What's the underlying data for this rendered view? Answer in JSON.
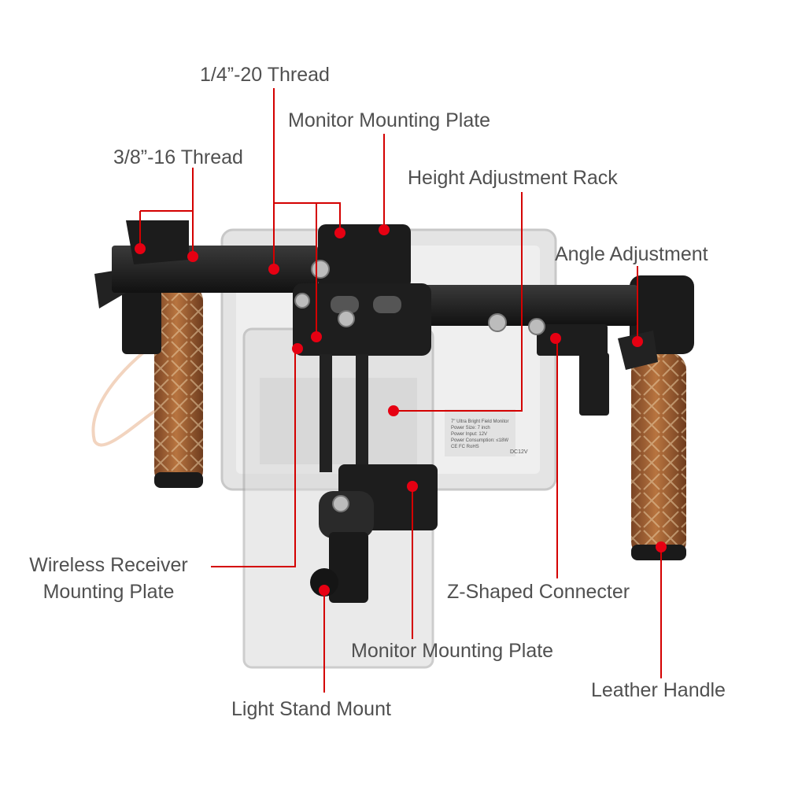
{
  "labels": {
    "thread_quarter": "1/4”-20 Thread",
    "monitor_plate_top": "Monitor Mounting Plate",
    "thread_three_eighths": "3/8”-16 Thread",
    "height_rack": "Height Adjustment Rack",
    "angle_adjustment": "Angle Adjustment",
    "wireless_receiver_line1": "Wireless Receiver",
    "wireless_receiver_line2": "Mounting Plate",
    "z_connector": "Z-Shaped Connecter",
    "monitor_plate_bottom": "Monitor Mounting Plate",
    "leather_handle": "Leather Handle",
    "light_stand": "Light Stand Mount"
  },
  "monitor_screen_text": {
    "line1": "7\" Ultra Bright Field Monitor",
    "line2": "Power Size: 7 inch",
    "line3": "Power Input: 12V",
    "line4": "Power Consumption: ≤18W",
    "line5": "CE  FC  RoHS",
    "dc_label": "DC12V"
  },
  "colors": {
    "leader": "#d40000",
    "dot": "#e60012",
    "label_text": "#505050",
    "rig_metal": "#1e1e1e",
    "leather": "#a8643a",
    "ghost_device": "#d6d6d6"
  },
  "icons": [
    "thread-hole-icon",
    "thumb-screw-icon",
    "leather-grip-icon"
  ]
}
